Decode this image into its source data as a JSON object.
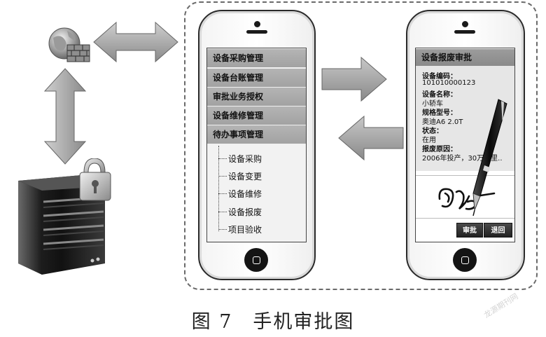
{
  "menu": {
    "items": [
      "设备采购管理",
      "设备台账管理",
      "审批业务授权",
      "设备维修管理",
      "待办事项管理"
    ],
    "subitems": [
      "设备采购",
      "设备变更",
      "设备维修",
      "设备报废",
      "项目验收"
    ]
  },
  "form": {
    "title": "设备报废审批",
    "fields": [
      {
        "label": "设备编码：",
        "value": "101010000123"
      },
      {
        "label": "设备名称：",
        "value": "小轿车"
      },
      {
        "label": "规格型号：",
        "value": "奥迪A6 2.0T"
      },
      {
        "label": "状态：",
        "value": "在用"
      },
      {
        "label": "报废原因：",
        "value": "2006年投产，30万公里.."
      }
    ],
    "approve_label": "审批",
    "back_label": "退回"
  },
  "caption": "图 7　手机审批图",
  "watermark": "龙源期刊网"
}
